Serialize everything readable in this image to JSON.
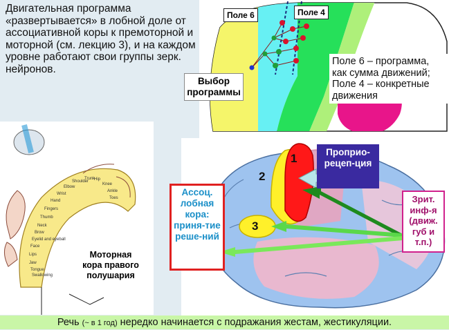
{
  "intro_text": "Двигательная программа «развертывается» в лобной доле от ассоциативной коры к премоторной и моторной (см. лекцию 3), и на каждом уровне работают свои группы зерк. нейронов.",
  "top_diagram": {
    "field6_label": "Поле 6",
    "field4_label": "Поле 4",
    "description": "Поле 6 – программа, как сумма движений; Поле 4 – конкретные движения",
    "selection_label": "Выбор программы",
    "colors": {
      "yellow": "#f5f56a",
      "cyan": "#67f0f3",
      "green": "#26e05a",
      "magenta": "#e8158a",
      "neuron_red": "#d8142c",
      "neuron_green": "#1e9e3a",
      "neuron_blue": "#2233cc"
    }
  },
  "motor_cortex": {
    "label": "Моторная кора правого полушария",
    "homunculus_labels": [
      "Toes",
      "Ankle",
      "Knee",
      "Hip",
      "Trunk",
      "Shoulder",
      "Elbow",
      "Wrist",
      "Hand",
      "Fingers",
      "Thumb",
      "Neck",
      "Brow",
      "Eyelid and eyeball",
      "Face",
      "Lips",
      "Jaw",
      "Tongue",
      "Swallowing"
    ]
  },
  "brain_diagram": {
    "zone1": "1",
    "zone2": "2",
    "zone3": "3",
    "assoc_label": "Ассоц. лобная кора: приня-тие реше-ний",
    "proprio_label": "Проприо-рецеп-ция",
    "visual_label": "Зрит. инф-я (движ. губ и т.п.)"
  },
  "footer": {
    "prefix": "Речь ",
    "small": "(~ в 1 год)",
    "rest": " нередко начинается с подражания жестам, жестикуляции."
  }
}
